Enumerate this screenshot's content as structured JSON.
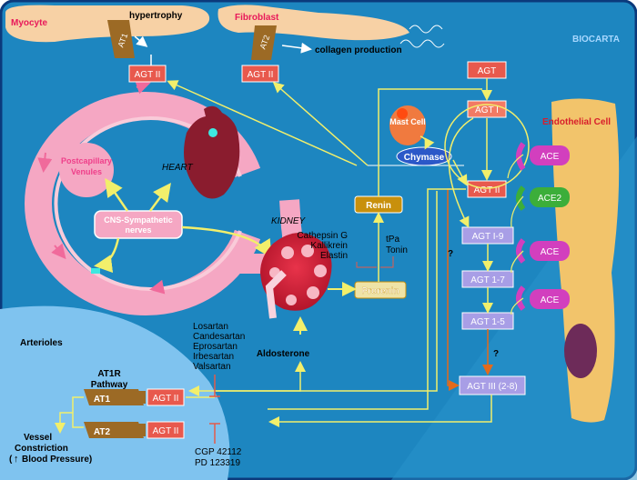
{
  "cells": {
    "myocyte": "Myocyte",
    "hypertrophy": "hypertrophy",
    "fibroblast": "Fibroblast",
    "collagen": "collagen production",
    "endothelial": "Endothelial Cell",
    "mast_cell": "Mast Cell",
    "chymase": "Chymase"
  },
  "brand": "BIOCARTA",
  "heart": {
    "label": "HEART",
    "venules": "Postcapillary Venules",
    "cns": "CNS-Sympathetic nerves"
  },
  "kidney": {
    "label": "KIDNEY",
    "aldosterone": "Aldosterone"
  },
  "cascade": {
    "agt": "AGT",
    "agt1": "AGT I",
    "agt2": "AGT II",
    "agt1_9": "AGT I-9",
    "agt1_7": "AGT 1-7",
    "agt1_5": "AGT 1-5",
    "agt3": "AGT III (2-8)",
    "question": "?",
    "renin": "Renin",
    "prorenin": "Prorenin"
  },
  "enzymes": {
    "ace": "ACE",
    "ace2": "ACE2",
    "cathepsin": "Cathepsin G",
    "kallikrein": "Kallikrein",
    "elastin": "Elastin",
    "tpa": "tPa",
    "tonin": "Tonin"
  },
  "receptors": {
    "at1": "AT1",
    "at2": "AT2",
    "agt2": "AGT II"
  },
  "arterioles": {
    "label": "Arterioles",
    "pathway_line1": "AT1R",
    "pathway_line2": "Pathway",
    "vessel": "Vessel",
    "constriction": "Constriction",
    "bp_arrow": "↑",
    "bp": "Blood Pressure)",
    "bp_open": "("
  },
  "drugs": {
    "sartans": [
      "Losartan",
      "Candesartan",
      "Eprosartan",
      "Irbesartan",
      "Valsartan"
    ],
    "at2_blockers": [
      "CGP 42112",
      "PD 123319"
    ]
  },
  "colors": {
    "background": "#1d86c0",
    "frame": "#0b3a7c",
    "agt_box": "#e8594d",
    "agt_light": "#a89ee6",
    "renin_gold": "#c8900c",
    "prorenin": "#efe3a6",
    "ace_magenta": "#d23fbe",
    "ace2_green": "#3cae3a",
    "endothelial": "#f2c46b",
    "myocyte": "#f7d1a5",
    "heart_ring": "#f5a7c3",
    "arterioles": "#7fc3ef",
    "receptor_brown": "#9c6a25",
    "arrow_yellow": "#f2ef6b"
  }
}
